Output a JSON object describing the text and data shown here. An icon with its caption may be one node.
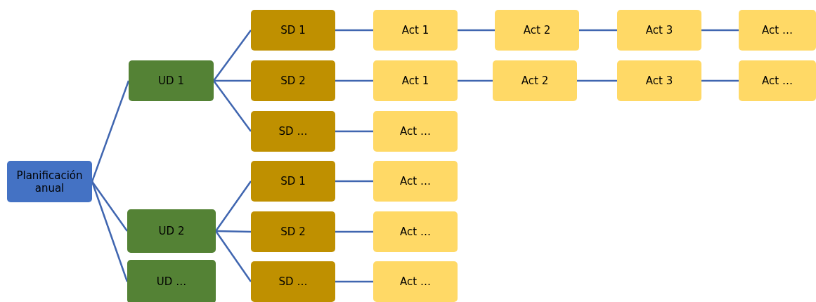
{
  "diagram": {
    "nodes": [
      {
        "text": [
          "Planificación anual"
        ]
      },
      {
        "text": [
          "UD 1"
        ]
      },
      {
        "text": [
          "UD 2"
        ]
      },
      {
        "text": [
          "UD …"
        ]
      },
      {
        "text": [
          "SD 1"
        ]
      },
      {
        "text": [
          "Act 1"
        ]
      },
      {
        "text": [
          "Act 2"
        ]
      },
      {
        "text": [
          "Act 3"
        ]
      },
      {
        "text": [
          "Act …"
        ]
      },
      {
        "text": [
          "SD 2"
        ]
      },
      {
        "text": [
          "Act 1"
        ]
      },
      {
        "text": [
          "Act 2"
        ]
      },
      {
        "text": [
          "Act 3"
        ]
      },
      {
        "text": [
          "Act …"
        ]
      },
      {
        "text": [
          "SD …"
        ]
      },
      {
        "text": [
          "Act …"
        ]
      },
      {
        "text": [
          "SD 1"
        ]
      },
      {
        "text": [
          "Act …"
        ]
      },
      {
        "text": [
          "SD 2"
        ]
      },
      {
        "text": [
          "Act …"
        ]
      },
      {
        "text": [
          "SD …"
        ]
      },
      {
        "text": [
          "Act …"
        ]
      }
    ],
    "edges": [
      {
        "from": 0,
        "to": 1,
        "arrow": "none"
      },
      {
        "from": 0,
        "to": 2,
        "arrow": "none"
      },
      {
        "from": 0,
        "to": 3,
        "arrow": "none"
      },
      {
        "from": 1,
        "to": 4,
        "arrow": "none"
      },
      {
        "from": 1,
        "to": 9,
        "arrow": "none"
      },
      {
        "from": 1,
        "to": 14,
        "arrow": "none"
      },
      {
        "from": 2,
        "to": 16,
        "arrow": "none"
      },
      {
        "from": 2,
        "to": 18,
        "arrow": "none"
      },
      {
        "from": 2,
        "to": 20,
        "arrow": "none"
      },
      {
        "from": 4,
        "to": 5,
        "arrow": "none"
      },
      {
        "from": 5,
        "to": 6,
        "arrow": "none"
      },
      {
        "from": 6,
        "to": 7,
        "arrow": "none"
      },
      {
        "from": 7,
        "to": 8,
        "arrow": "none"
      },
      {
        "from": 9,
        "to": 10,
        "arrow": "none"
      },
      {
        "from": 10,
        "to": 11,
        "arrow": "none"
      },
      {
        "from": 11,
        "to": 12,
        "arrow": "none"
      },
      {
        "from": 12,
        "to": 13,
        "arrow": "none"
      },
      {
        "from": 14,
        "to": 15,
        "arrow": "none"
      },
      {
        "from": 16,
        "to": 17,
        "arrow": "none"
      },
      {
        "from": 18,
        "to": 19,
        "arrow": "none"
      },
      {
        "from": 20,
        "to": 21,
        "arrow": "none"
      }
    ]
  }
}
